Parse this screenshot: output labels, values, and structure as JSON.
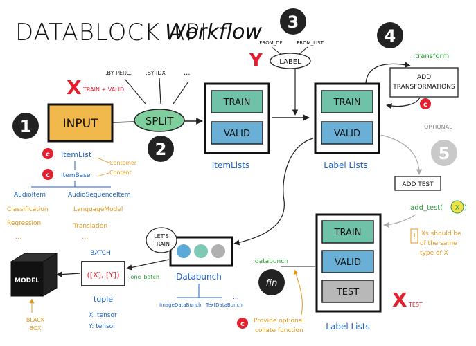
{
  "title": {
    "main": "DATABLOCK API",
    "sub": "Workflow"
  },
  "colors": {
    "ink": "#111111",
    "green_text": "#2a9d3a",
    "orange_text": "#e39a1a",
    "blue_text": "#1f63c8",
    "red": "#e2202f",
    "input_fill": "#f1b84b",
    "split_fill": "#7fcf9c",
    "train_fill": "#6fc2a8",
    "valid_fill": "#6ab0d6",
    "test_fill": "#b8b8b8",
    "dot_blue": "#5aa9d6",
    "dot_green": "#7ec9b3",
    "dot_gray": "#b0b0b0",
    "step5_gray": "#c9c9c9"
  },
  "steps": {
    "one": "1",
    "two": "2",
    "three": "3",
    "four": "4",
    "five": "5"
  },
  "input": {
    "label": "INPUT"
  },
  "split": {
    "label": "SPLIT",
    "options": [
      ".BY PERC.",
      ".BY IDX",
      "..."
    ],
    "x_note": "TRAIN + VALID"
  },
  "itemlists": {
    "train": "TRAIN",
    "valid": "VALID",
    "caption": "ItemLists"
  },
  "label": {
    "label": "LABEL",
    "options": [
      ".FROM_DF",
      ".FROM_LIST"
    ],
    "y_mark": "Y"
  },
  "labellists_top": {
    "train": "TRAIN",
    "valid": "VALID",
    "caption": "Label Lists"
  },
  "transform": {
    "method": ".transform",
    "box_line1": "ADD",
    "box_line2": "TRANSFORMATIONS",
    "c_badge": "c"
  },
  "test_step": {
    "optional": "OPTIONAL",
    "add_test": "ADD TEST",
    "method": ".add_test(",
    "x_arg": "X",
    "method_close": ")",
    "note_lines": [
      "Xs should be",
      "of the same",
      "type of X"
    ],
    "exclaim": "!"
  },
  "labellists_bottom": {
    "train": "TRAIN",
    "valid": "VALID",
    "test": "TEST",
    "caption": "Label Lists",
    "x_note": "TEST"
  },
  "databunch": {
    "method": ".databunch",
    "label": "Databunch",
    "subclasses": [
      "ImageDataBunch",
      "TextDataBunch",
      "..."
    ],
    "fin": "fin",
    "note_lines": [
      "Provide optional",
      "collate function"
    ],
    "c_badge": "c"
  },
  "batch": {
    "lets_train": [
      "LET'S",
      "TRAIN"
    ],
    "label": "BATCH",
    "tuple_text": "([X], [Y])",
    "method": ".one_batch",
    "caption": "tuple",
    "lines": [
      "X: tensor",
      "Y: tensor"
    ]
  },
  "model": {
    "label": "MODEL",
    "caption_lines": [
      "BLACK",
      "BOX"
    ]
  },
  "itemlist_tree": {
    "itemlist": "ItemList",
    "itemlist_note": "Container",
    "itembase": "ItemBase",
    "itembase_note": "Content",
    "children": [
      "AudioItem",
      "AudioSequenceItem"
    ],
    "left_tasks": [
      "Classification",
      "Regression",
      "..."
    ],
    "right_tasks": [
      "LanguageModel",
      "Translation",
      "..."
    ],
    "c_badge": "c"
  }
}
